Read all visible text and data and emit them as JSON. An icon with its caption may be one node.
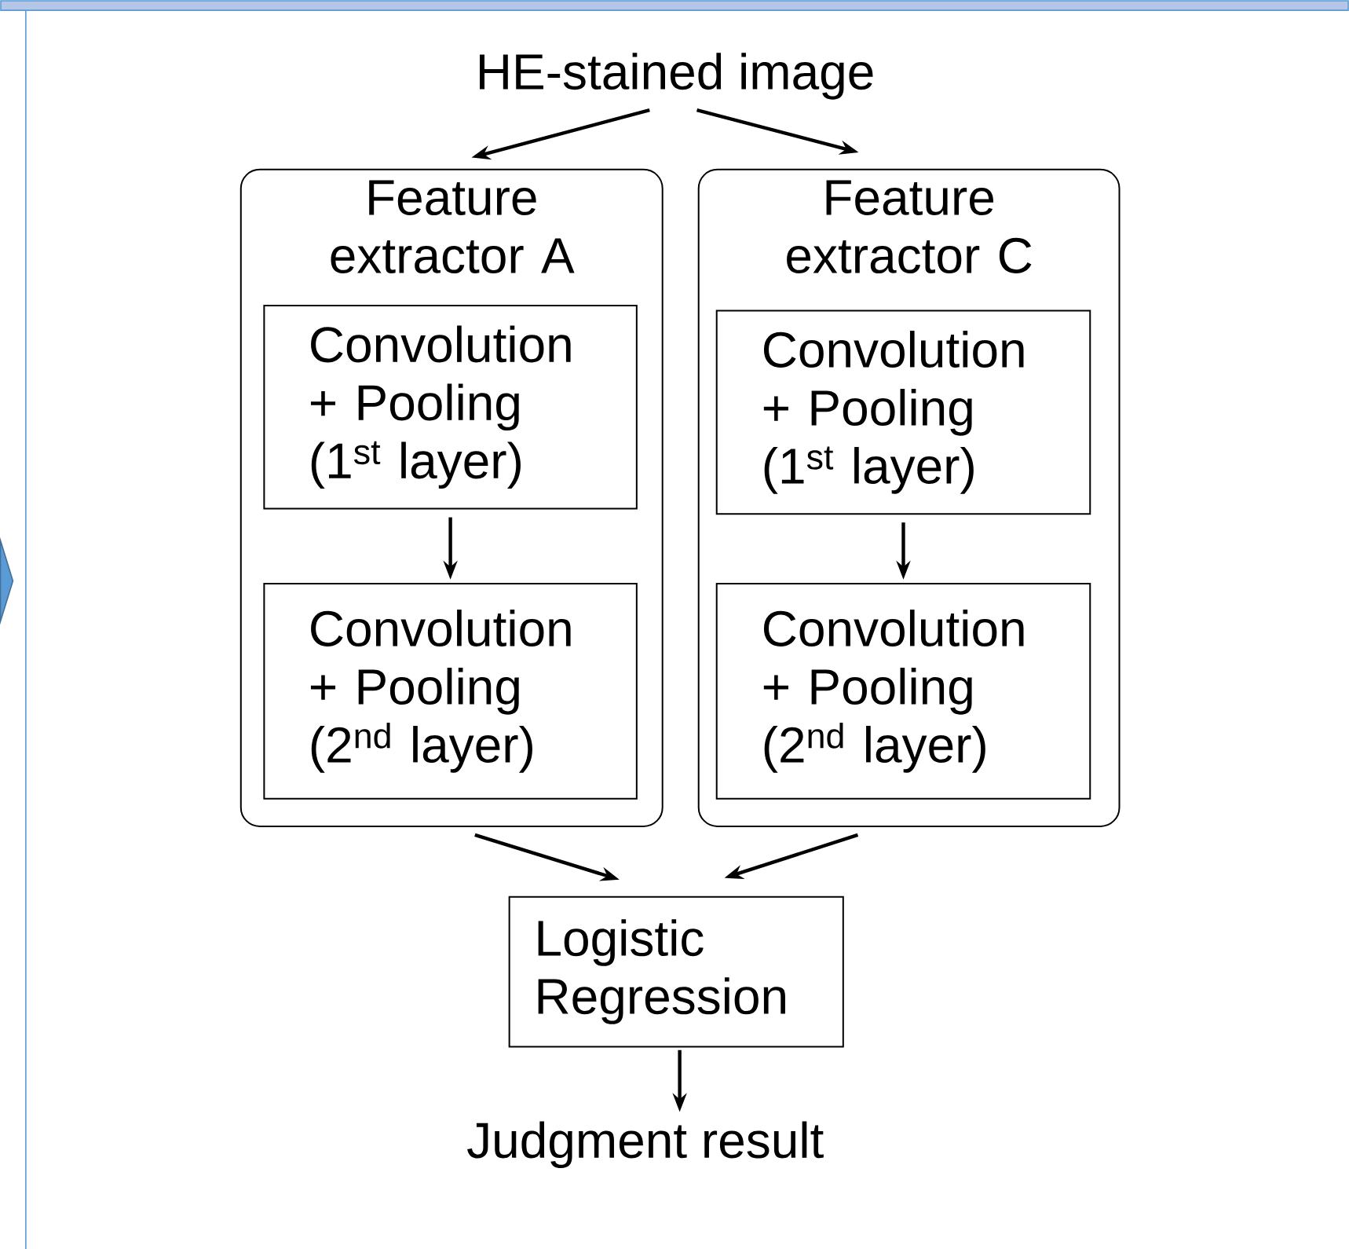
{
  "diagram": {
    "nodes": [
      {
        "text": [
          "HE-stained image"
        ]
      },
      {
        "text": [
          "Feature extractor A"
        ]
      },
      {
        "text": [
          "Convolution + Pooling (1$^{st}$ layer)"
        ],
        "in": 1
      },
      {
        "text": [
          "Convolution + Pooling (2$^{nd}$ layer)"
        ],
        "in": 1
      },
      {
        "text": [
          "Feature extractor C"
        ]
      },
      {
        "text": [
          "Convolution + Pooling (1$^{st}$ layer)"
        ],
        "in": 4
      },
      {
        "text": [
          "Convolution + Pooling (2$^{nd}$ layer)"
        ],
        "in": 4
      },
      {
        "text": [
          "Logistic Regression"
        ]
      },
      {
        "text": [
          "Judgment result"
        ]
      }
    ],
    "edges": [
      {
        "from": 0,
        "to": 1,
        "arrow": "to"
      },
      {
        "from": 0,
        "to": 4,
        "arrow": "to"
      },
      {
        "from": 2,
        "to": 3,
        "arrow": "to"
      },
      {
        "from": 5,
        "to": 6,
        "arrow": "to"
      },
      {
        "from": 1,
        "to": 7,
        "arrow": "to"
      },
      {
        "from": 4,
        "to": 7,
        "arrow": "to"
      },
      {
        "from": 7,
        "to": 8,
        "arrow": "to"
      }
    ]
  }
}
